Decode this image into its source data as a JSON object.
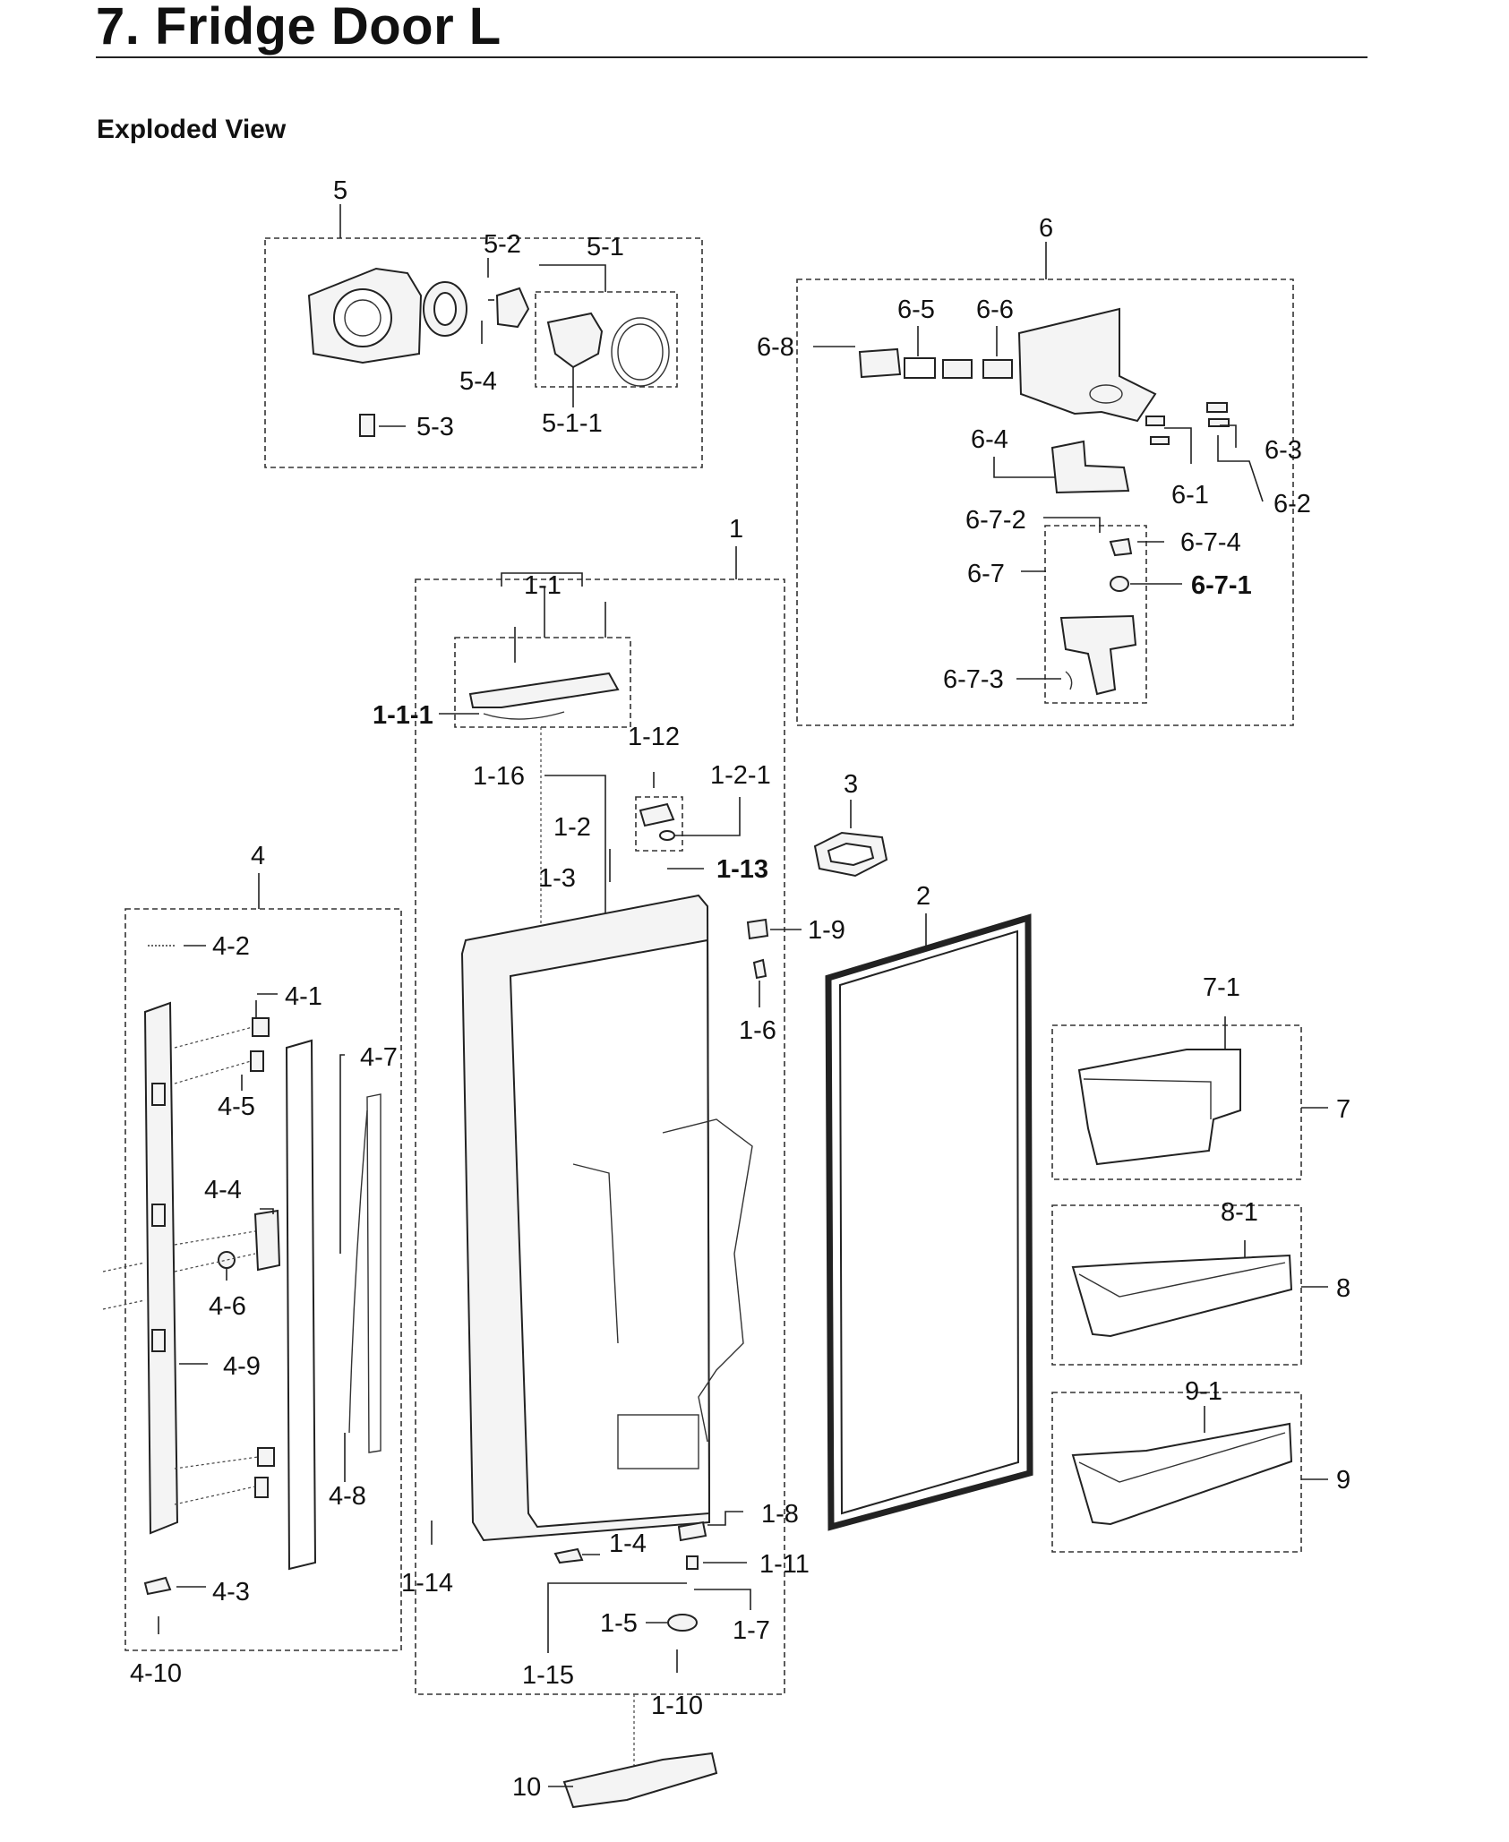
{
  "title": "7.  Fridge Door L",
  "section": "Exploded View",
  "callouts": {
    "c5": "5",
    "c5_2": "5-2",
    "c5_1": "5-1",
    "c5_4": "5-4",
    "c5_1_1": "5-1-1",
    "c5_3": "5-3",
    "c6": "6",
    "c6_5": "6-5",
    "c6_6": "6-6",
    "c6_8": "6-8",
    "c6_3": "6-3",
    "c6_4": "6-4",
    "c6_1": "6-1",
    "c6_2": "6-2",
    "c6_7_2": "6-7-2",
    "c6_7_4": "6-7-4",
    "c6_7": "6-7",
    "c6_7_1": "6-7-1",
    "c6_7_3": "6-7-3",
    "c1": "1",
    "c1_1": "1-1",
    "c1_1_1": "1-1-1",
    "c1_12": "1-12",
    "c1_16": "1-16",
    "c1_2_1": "1-2-1",
    "c1_2": "1-2",
    "c1_3": "1-3",
    "c1_13": "1-13",
    "c1_9": "1-9",
    "c1_6": "1-6",
    "c1_8": "1-8",
    "c1_4": "1-4",
    "c1_11": "1-11",
    "c1_14": "1-14",
    "c1_5": "1-5",
    "c1_7": "1-7",
    "c1_15": "1-15",
    "c1_10": "1-10",
    "c2": "2",
    "c3": "3",
    "c4": "4",
    "c4_2": "4-2",
    "c4_1": "4-1",
    "c4_7": "4-7",
    "c4_5": "4-5",
    "c4_4": "4-4",
    "c4_6": "4-6",
    "c4_9": "4-9",
    "c4_8": "4-8",
    "c4_3": "4-3",
    "c4_10": "4-10",
    "c7_1": "7-1",
    "c7": "7",
    "c8_1": "8-1",
    "c8": "8",
    "c9_1": "9-1",
    "c9": "9",
    "c10": "10"
  }
}
